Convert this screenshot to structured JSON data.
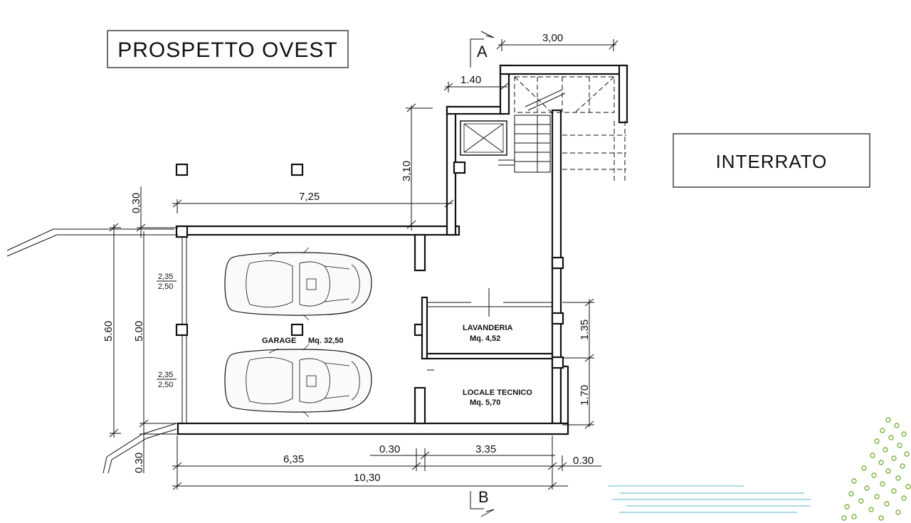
{
  "titles": {
    "elevation": "PROSPETTO OVEST",
    "level": "INTERRATO"
  },
  "section_markers": {
    "top": "A",
    "bottom": "B"
  },
  "rooms": [
    {
      "name": "GARAGE",
      "area": "Mq. 32,50"
    },
    {
      "name": "LAVANDERIA",
      "area": "Mq. 4,52"
    },
    {
      "name": "LOCALE TECNICO",
      "area": "Mq. 5,70"
    }
  ],
  "dimensions": {
    "stair_width": "3,00",
    "stair_offset": "1.40",
    "stair_depth": "3,10",
    "wall_top": "0,30",
    "garage_width": "7,25",
    "overall_depth": "5.60",
    "inner_depth": "5.00",
    "bay_top_a": "2,35",
    "bay_top_b": "2,50",
    "bay_bottom_a": "2,35",
    "bay_bottom_b": "2,50",
    "wall_bottom_left": "0.30",
    "lavanderia_depth": "1.35",
    "tecnico_depth": "1.70",
    "bottom_a": "6,35",
    "bottom_b": "0.30",
    "bottom_c": "3.35",
    "bottom_d": "0.30",
    "overall_width": "10,30"
  },
  "colors": {
    "lines": "#111111",
    "water": "#5bb5c8",
    "foliage": "#7cb342"
  }
}
